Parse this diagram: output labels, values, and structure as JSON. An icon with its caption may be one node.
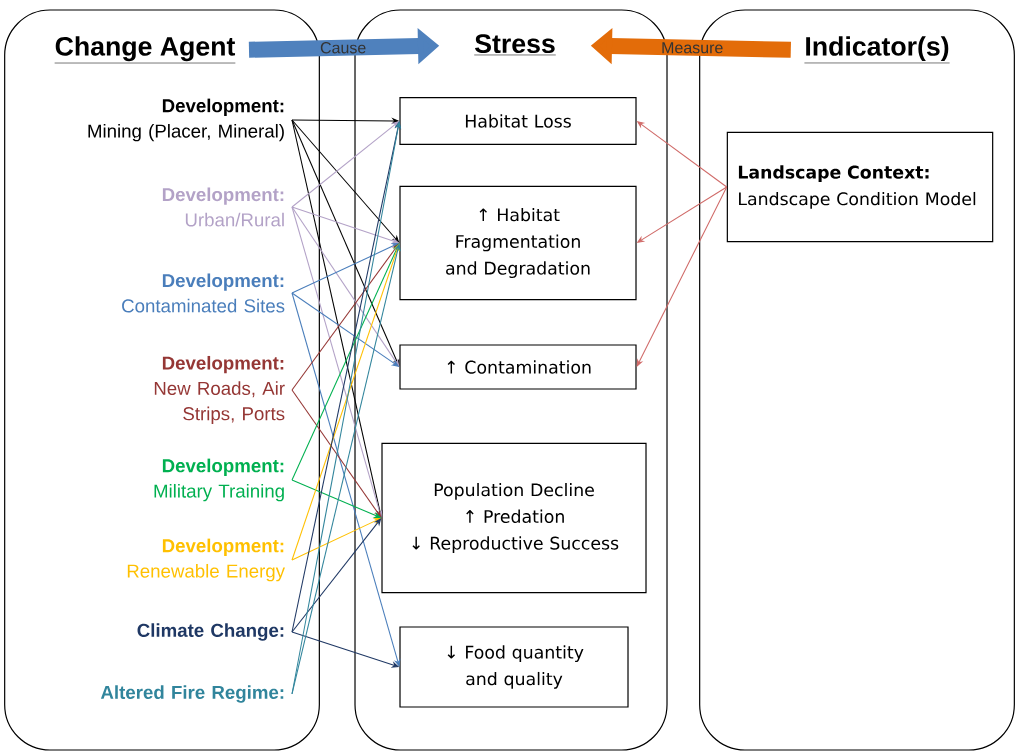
{
  "diagram": {
    "nodes": [
      {
        "text": [],
        "shape": "box"
      },
      {
        "text": [],
        "shape": "box"
      },
      {
        "text": [],
        "shape": "box"
      },
      {
        "text": [
          "Change Agent"
        ],
        "in": 0
      },
      {
        "text": [
          "Stress"
        ],
        "in": 1
      },
      {
        "text": [
          "Indicator(s)"
        ],
        "in": 2
      },
      {
        "text": [
          "Development:",
          "Mining (Placer, Mineral)"
        ],
        "in": 0
      },
      {
        "text": [
          "Development:",
          "Urban/Rural"
        ],
        "in": 0
      },
      {
        "text": [
          "Development:",
          "Contaminated Sites"
        ],
        "in": 0
      },
      {
        "text": [
          "Development:",
          "New Roads, Air Strips, Ports"
        ],
        "in": 0
      },
      {
        "text": [
          "Development:",
          "Military Training"
        ],
        "in": 0
      },
      {
        "text": [
          "Development:",
          "Renewable Energy"
        ],
        "in": 0
      },
      {
        "text": [
          "Climate Change:"
        ],
        "in": 0
      },
      {
        "text": [
          "Altered Fire Regime:"
        ],
        "in": 0
      },
      {
        "text": [
          "Habitat Loss"
        ],
        "in": 1
      },
      {
        "text": [
          "↑ Habitat Fragmentation and Degradation"
        ],
        "in": 1
      },
      {
        "text": [
          "↑ Contamination"
        ],
        "in": 1
      },
      {
        "text": [
          "Population Decline",
          "↑ Predation",
          "↓ Reproductive Success"
        ],
        "in": 1
      },
      {
        "text": [
          "↓ Food quantity and quality"
        ],
        "in": 1
      },
      {
        "text": [
          "Landscape Context:",
          "Landscape Condition Model"
        ],
        "in": 2
      }
    ],
    "edges": [
      {
        "from": 3,
        "to": 4,
        "arrow": "to",
        "label": "Cause",
        "style": "thick",
        "color": "#4f81bd"
      },
      {
        "from": 5,
        "to": 4,
        "arrow": "to",
        "label": "Measure",
        "style": "thick",
        "color": "#e36c09"
      },
      {
        "from": 6,
        "to": 14,
        "arrow": "to",
        "color": "#000000"
      },
      {
        "from": 6,
        "to": 15,
        "arrow": "to",
        "color": "#000000"
      },
      {
        "from": 6,
        "to": 16,
        "arrow": "to",
        "color": "#000000"
      },
      {
        "from": 6,
        "to": 17,
        "arrow": "to",
        "color": "#000000"
      },
      {
        "from": 7,
        "to": 14,
        "arrow": "to",
        "color": "#b3a2c7"
      },
      {
        "from": 7,
        "to": 15,
        "arrow": "to",
        "color": "#b3a2c7"
      },
      {
        "from": 7,
        "to": 16,
        "arrow": "to",
        "color": "#b3a2c7"
      },
      {
        "from": 7,
        "to": 17,
        "arrow": "to",
        "color": "#b3a2c7"
      },
      {
        "from": 8,
        "to": 15,
        "arrow": "to",
        "color": "#4a7ebb"
      },
      {
        "from": 8,
        "to": 16,
        "arrow": "to",
        "color": "#4a7ebb"
      },
      {
        "from": 8,
        "to": 18,
        "arrow": "to",
        "color": "#4a7ebb"
      },
      {
        "from": 9,
        "to": 15,
        "arrow": "to",
        "color": "#953735"
      },
      {
        "from": 9,
        "to": 17,
        "arrow": "to",
        "color": "#953735"
      },
      {
        "from": 10,
        "to": 15,
        "arrow": "to",
        "color": "#00b050"
      },
      {
        "from": 10,
        "to": 17,
        "arrow": "to",
        "color": "#00b050"
      },
      {
        "from": 11,
        "to": 15,
        "arrow": "to",
        "color": "#ffc000"
      },
      {
        "from": 11,
        "to": 17,
        "arrow": "to",
        "color": "#ffc000"
      },
      {
        "from": 12,
        "to": 14,
        "arrow": "to",
        "color": "#1f3864"
      },
      {
        "from": 12,
        "to": 17,
        "arrow": "to",
        "color": "#1f3864"
      },
      {
        "from": 12,
        "to": 18,
        "arrow": "to",
        "color": "#1f3864"
      },
      {
        "from": 13,
        "to": 14,
        "arrow": "to",
        "color": "#31859c"
      },
      {
        "from": 13,
        "to": 15,
        "arrow": "to",
        "color": "#31859c"
      },
      {
        "from": 19,
        "to": 14,
        "arrow": "to",
        "color": "#d06a68"
      },
      {
        "from": 19,
        "to": 15,
        "arrow": "to",
        "color": "#d06a68"
      },
      {
        "from": 19,
        "to": 16,
        "arrow": "to",
        "color": "#d06a68"
      }
    ]
  }
}
